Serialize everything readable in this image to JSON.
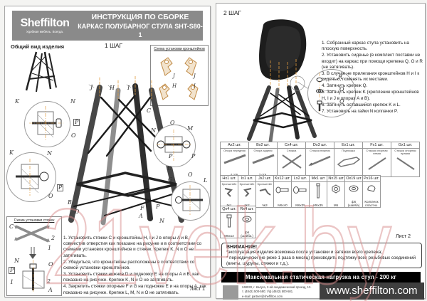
{
  "watermark": {
    "text": "21vek.by",
    "color": "#d98c8c"
  },
  "page1": {
    "logo_name": "Sheffilton",
    "logo_tagline": "Удобная мебель. Всегда.",
    "title_line1": "ИНСТРУКЦИЯ ПО СБОРКЕ",
    "title_line2": "КАРКАС ПОЛУБАРНОГ СТУЛА SHT-S80-1",
    "overview_label": "Общий вид изделия",
    "step_label": "1 ШАГ",
    "sheet_label": "Лист 1",
    "bracket_scheme_title": "Схема установки кронштейнов",
    "bracket_labels": [
      "J",
      "J",
      "H",
      "I"
    ],
    "tie_scheme_title": "Схема установки стяжек",
    "tie_labels": [
      "C",
      "2",
      "1",
      "N",
      "P",
      "O",
      "1",
      "2",
      "A"
    ],
    "circle1_labels": [
      "K",
      "N",
      "P",
      "O"
    ],
    "circle2_labels": [
      "K",
      "N",
      "P",
      "O",
      "B"
    ],
    "main_labels": [
      "J",
      "H",
      "I",
      "C",
      "M",
      "N",
      "O",
      "P",
      "P",
      "E",
      "G",
      "O",
      "L",
      "P",
      "N",
      "D",
      "F",
      "A"
    ],
    "instructions": [
      "1. Установить стяжки C и кронштейны H, I и J в опоры A и B, совместив отверстия как показано на рисунке и в соответствии со схемами установок кронштейнов и стяжек. Крепеж K, N и O не затягивать.",
      "2. Убедиться, что кронштейны расположены в соответствии со схемой установки кронштейнов.",
      "3. Установить стяжки нижние D и подножку E на опоры A и B, как показано на рисунке. Крепеж K, N и O не затягивать.",
      "4. Закрепить стяжки опорные F и G на подножке E и на опоры A, как показано на рисунке. Крепеж L, M, N и O не затягивать."
    ]
  },
  "page2": {
    "step_label": "2 ШАГ",
    "sheet_label": "Лист 2",
    "callout_labels": [
      "R",
      "O",
      "Q"
    ],
    "instructions": [
      "1. Собранный каркас стула установить на плоскую поверхность.",
      "2. Установить сиденье (в комплект поставки не входит) на каркас при помощи крепежа Q, O и R (не затягивать).",
      "3. В случае не прилегания кронштейнов H и I к сиденью, поменять их местами.",
      "4. Затянуть крепеж Q.",
      "5. Затянуть крепеж K (крепление кронштейнов H, I и J в опорах A и B).",
      "6. Затянуть оставшийся крепеж K и L.",
      "7. Установить на гайки N колпачки P."
    ],
    "parts_row1": [
      {
        "qty": "Ax2 шт.",
        "name": "Опора передняя",
        "note": "4 отв."
      },
      {
        "qty": "Bx2 шт.",
        "name": "Опора задняя",
        "note": "3 отв."
      },
      {
        "qty": "Cx4 шт.",
        "name": "Стяжка",
        "note": ""
      },
      {
        "qty": "Dx3 шт.",
        "name": "Стяжка нижняя",
        "note": ""
      },
      {
        "qty": "Ex1 шт.",
        "name": "Подножка",
        "note": ""
      },
      {
        "qty": "Fx1 шт.",
        "name": "Стяжка опорная левая",
        "note": ""
      },
      {
        "qty": "Gx1 шт.",
        "name": "Стяжка опорная правая",
        "note": ""
      }
    ],
    "parts_row2": [
      {
        "qty": "Hx1 шт.",
        "name": "Кронштейн",
        "note": "№1"
      },
      {
        "qty": "Ix1 шт.",
        "name": "Кронштейн",
        "note": "№2"
      },
      {
        "qty": "Jx2 шт.",
        "name": "Кронштейн",
        "note": "№3"
      },
      {
        "qty": "Kx12 шт.",
        "name": "",
        "note": "M6x40"
      },
      {
        "qty": "Lx2 шт.",
        "name": "",
        "note": "M6x35"
      },
      {
        "qty": "Mx1 шт",
        "name": "",
        "note": "M6x35"
      },
      {
        "qty": "Nx15 шт",
        "name": "",
        "note": "M6"
      },
      {
        "qty": "Ox19 шт",
        "name": "",
        "note": "ф6 (шайба)"
      },
      {
        "qty": "Px16 шт.",
        "name": "",
        "note": "Колпачок пластик."
      }
    ],
    "parts_row3": [
      {
        "qty": "Qx4 шт.",
        "name": "",
        "note": "M6x12"
      },
      {
        "qty": "Rx4 шт.",
        "name": "",
        "note": "ф6 (шайба.)"
      }
    ],
    "warning_title": "ВНИМАНИЕ!",
    "warning_lines": [
      "*эксплуатация изделия возможна после установки и затяжки всего крепежа;",
      "* периодически (не реже 1 раза в месяц) производить подтяжку всех резьбовых соединений (винты, шурупы, стяжки и т.д.)."
    ],
    "load_text": "Максимальная статическая нагрузка на стул - 200 кг",
    "footer_address": [
      "248033, г. Калуга, 2-ой Академический проезд, 13.",
      "т. (4842) 500-580; т/ф (4842) 500-581.",
      "e-mail: partner@sheffilton.com"
    ],
    "website": "www.sheffilton.com"
  }
}
